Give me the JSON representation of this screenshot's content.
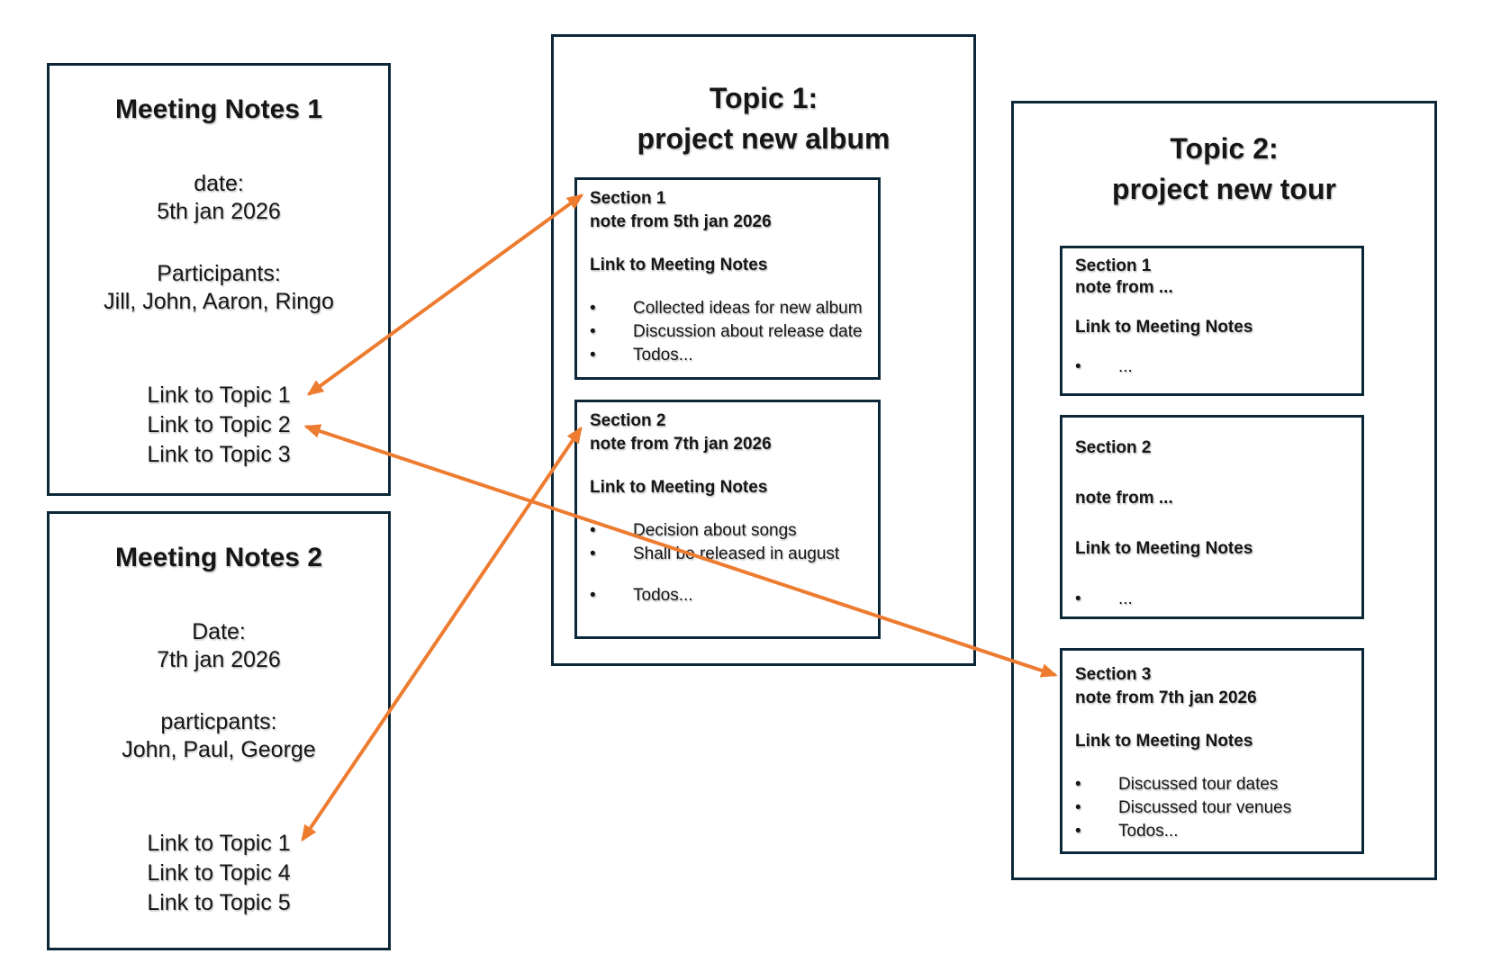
{
  "ui": {
    "bullet_char": "•"
  },
  "colors": {
    "border": "#0c2838",
    "arrow": "#ED7C31",
    "text": "#161616",
    "background": "#ffffff"
  },
  "meeting_notes": [
    {
      "title": "Meeting Notes 1",
      "date_label": "date:",
      "date": "5th jan 2026",
      "participants_label": "Participants:",
      "participants": "Jill, John, Aaron, Ringo",
      "links": [
        "Link to Topic 1",
        "Link to Topic 2",
        "Link to Topic 3"
      ]
    },
    {
      "title": "Meeting Notes 2",
      "date_label": "Date:",
      "date": "7th jan 2026",
      "participants_label": "particpants:",
      "participants": "John, Paul, George",
      "links": [
        "Link to Topic 1",
        "Link to Topic 4",
        "Link to Topic 5"
      ]
    }
  ],
  "topics": [
    {
      "title_line1": "Topic 1:",
      "title_line2": "project new album",
      "sections": [
        {
          "heading": "Section 1",
          "note": "note from 5th jan 2026",
          "link": "Link to Meeting Notes",
          "bullets": [
            "Collected ideas for new album",
            "Discussion about release date",
            "Todos..."
          ]
        },
        {
          "heading": "Section 2",
          "note": "note from 7th jan 2026",
          "link": "Link to Meeting Notes",
          "bullets": [
            "Decision about songs",
            "Shall be released in august",
            "Todos..."
          ]
        }
      ]
    },
    {
      "title_line1": "Topic 2:",
      "title_line2": "project new tour",
      "sections": [
        {
          "heading": "Section 1",
          "note": "note from ...",
          "link": "Link to Meeting Notes",
          "bullets": [
            "..."
          ]
        },
        {
          "heading": "Section 2",
          "note": "note from ...",
          "link": "Link to Meeting Notes",
          "bullets": [
            "..."
          ]
        },
        {
          "heading": "Section 3",
          "note": "note from 7th jan 2026",
          "link": "Link to Meeting Notes",
          "bullets": [
            "Discussed tour dates",
            "Discussed tour venues",
            "Todos..."
          ]
        }
      ]
    }
  ],
  "arrows": [
    {
      "from": "Meeting Notes 1 / Link to Topic 1",
      "to": "Topic 1 / Section 1",
      "heads": "both"
    },
    {
      "from": "Meeting Notes 1 / Link to Topic 2",
      "to": "Topic 2 / Section 3",
      "heads": "both"
    },
    {
      "from": "Meeting Notes 2 / Link to Topic 1",
      "to": "Topic 1 / Section 2",
      "heads": "both"
    }
  ]
}
